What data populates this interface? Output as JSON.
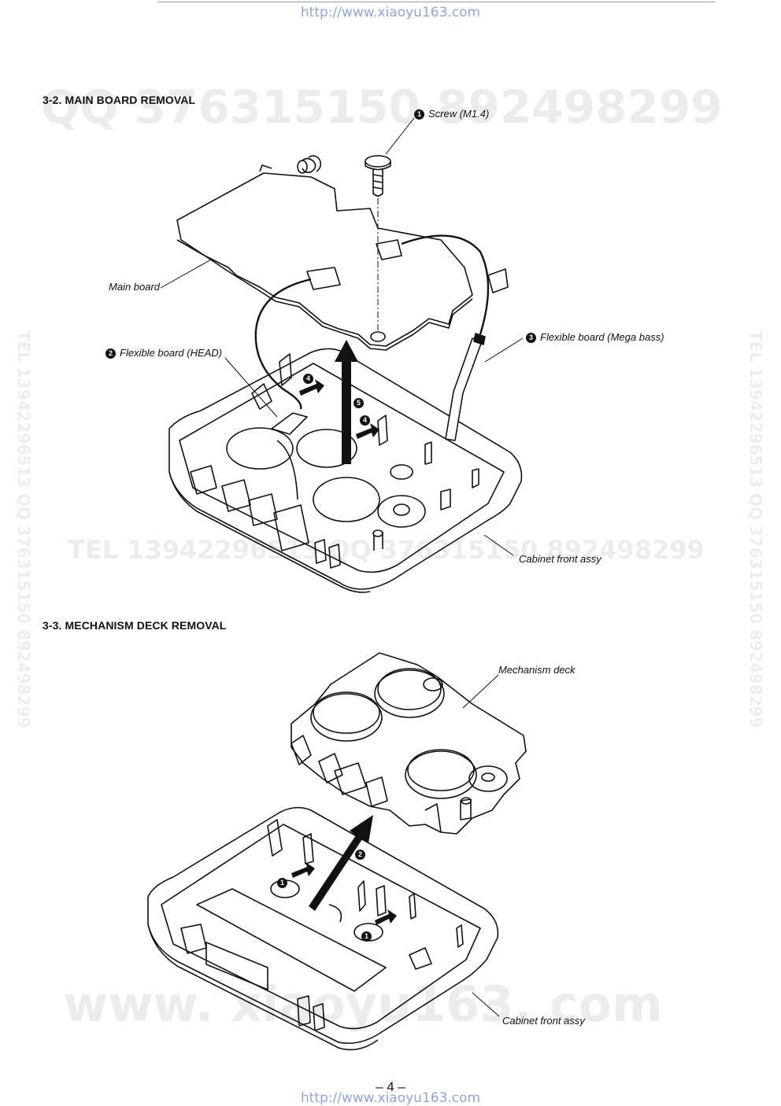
{
  "header": {
    "url": "http://www.xiaoyu163.com"
  },
  "footer": {
    "url": "http://www.xiaoyu163.com",
    "page_number": "– 4 –"
  },
  "watermarks": {
    "top": "QQ 376315150   892498299",
    "middle": "TEL 13942296513   QQ 376315150   892498299",
    "bottom": "www. xiaoyu163. com",
    "side_left": "TEL 13942296513   QQ 376315150   892498299",
    "side_right": "TEL 13942296513   QQ 376315150   892498299"
  },
  "section1": {
    "title": "3-2. MAIN BOARD REMOVAL",
    "labels": {
      "screw": {
        "num": "1",
        "text": "Screw (M1.4)"
      },
      "main_board": {
        "text": "Main board"
      },
      "flex_head": {
        "num": "2",
        "text": "Flexible board (HEAD)"
      },
      "flex_mega": {
        "num": "3",
        "text": "Flexible board (Mega bass)"
      },
      "cabinet": {
        "text": "Cabinet front assy"
      }
    },
    "step_markers": [
      "4",
      "5",
      "4"
    ]
  },
  "section2": {
    "title": "3-3. MECHANISM DECK REMOVAL",
    "labels": {
      "mech_deck": {
        "text": "Mechanism deck"
      },
      "cabinet": {
        "text": "Cabinet front assy"
      }
    },
    "step_markers": [
      "2",
      "1",
      "1"
    ]
  }
}
